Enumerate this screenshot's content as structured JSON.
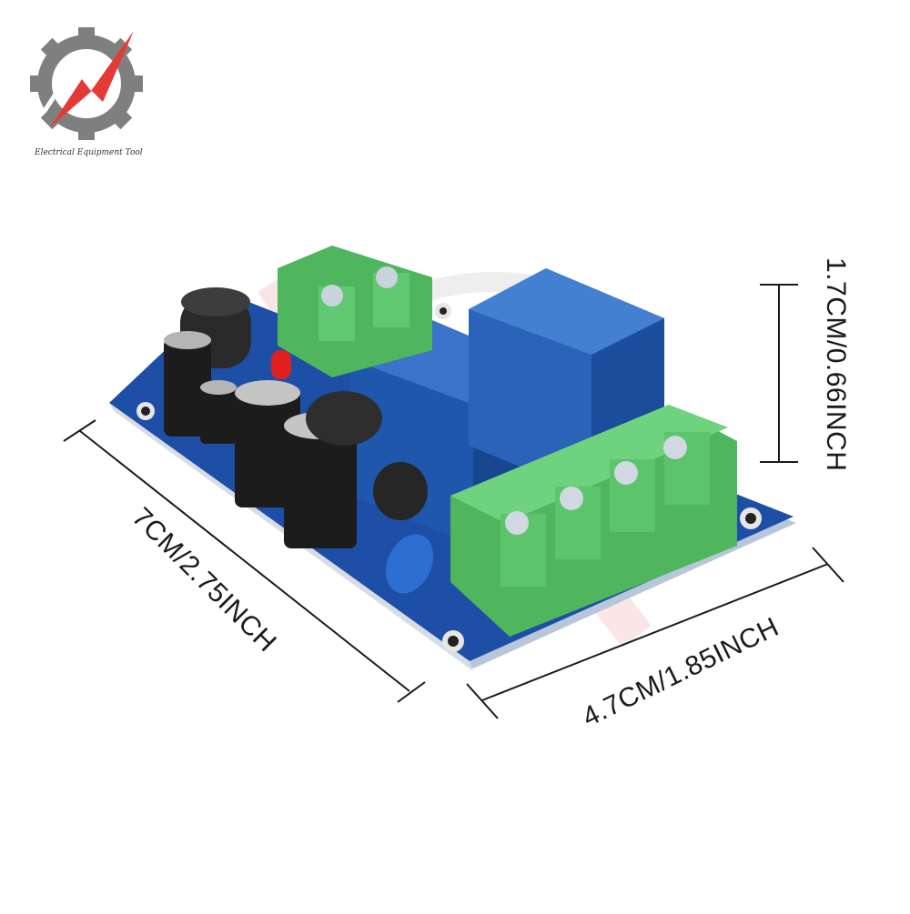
{
  "brand": {
    "name": "Electrical Equipment Tool",
    "logo_icon": "gear-lightning-icon",
    "colors": {
      "gear": "#7f7f7f",
      "bolt": "#e53935"
    }
  },
  "dimensions": {
    "width_label": "4.7CM/1.85INCH",
    "length_label": "7CM/2.75INCH",
    "height_label": "1.7CM/0.66INCH"
  },
  "board": {
    "pcb_color": "#1d4fa6",
    "relay_color": "#2a63b8",
    "terminal_color": "#5cc46a"
  }
}
